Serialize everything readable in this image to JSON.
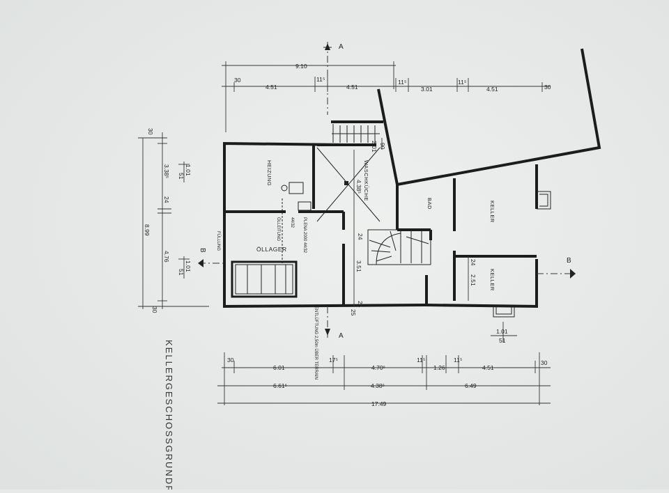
{
  "plan": {
    "title": "KELLERGESCHOSSGRUNDRISS",
    "rooms": {
      "heizung": "HEIZUNG",
      "waschkueche": "WASCHKÜCHE",
      "oellager": "ÖLLAGER",
      "bad": "BAD",
      "keller_1": "KELLER",
      "keller_2": "KELLER"
    },
    "notes": {
      "fuellung": "FÜLLUNG",
      "tank": "PLENA 2000 44/32",
      "entlueftung": "ÖLLEITUNG",
      "heizung_note": "44/32",
      "entlueftung_ext": "ENTLÜFTUNG 2,50m ÜBER TERRAIN"
    },
    "section_marks": {
      "a": "A",
      "b": "B"
    },
    "dims_top": {
      "total": "9.10",
      "start": "30",
      "d1": "4.51",
      "d2": "11⁵",
      "d3": "4.51",
      "d4": "11⁵",
      "d5": "3.01",
      "d6": "11⁵",
      "d7": "4.51",
      "end": "30"
    },
    "dims_bottom": {
      "start": "30",
      "r1": "6.01",
      "r1b": "17⁵",
      "r2": "4.70⁵",
      "r2b": "11⁵",
      "r3": "1.26",
      "r3b": "11⁵",
      "r4": "4.51",
      "end": "30",
      "m1": "6.61⁵",
      "m2": "4.38⁵",
      "m3": "6.49",
      "total": "17.49"
    },
    "dims_left": {
      "top": "30",
      "a": "3.38⁵",
      "b": "24",
      "c": "4.76",
      "bottom": "30",
      "total": "8.99",
      "win1": "1.01",
      "win1b": "51",
      "win2": "1.01",
      "win2b": "51"
    },
    "dims_inner": {
      "stair_top": "2.01",
      "stair_top_b": "90",
      "wk_width": "4.38⁵",
      "wk_24": "24",
      "wk_351": "3.51",
      "bottom_24": "24",
      "bottom_25": "25",
      "keller_24": "24",
      "keller_251": "2.51",
      "win_bottom": "1.01",
      "win_bottom_b": "51"
    }
  }
}
